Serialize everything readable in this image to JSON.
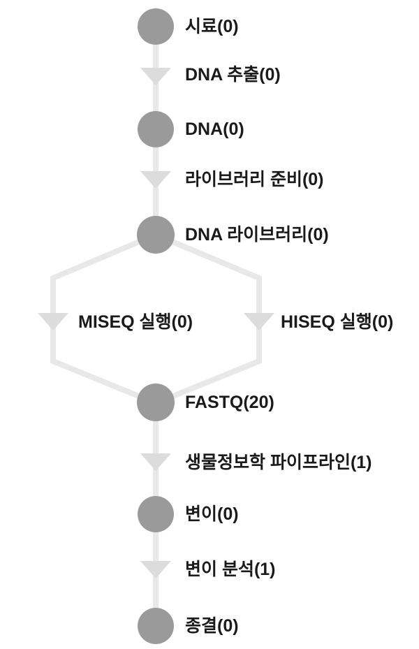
{
  "workflow": {
    "title": "sequencing-workflow-diagram",
    "colors": {
      "node": "#9a9a9a",
      "edge": "#e8e8e8",
      "arrowhead": "#dcdcdc",
      "text": "#1a1a1a",
      "background": "#ffffff"
    },
    "nodes": [
      {
        "id": "sample",
        "label": "시료(0)",
        "count": 0
      },
      {
        "id": "dna",
        "label": "DNA(0)",
        "count": 0
      },
      {
        "id": "dna-library",
        "label": "DNA 라이브러리(0)",
        "count": 0
      },
      {
        "id": "fastq",
        "label": "FASTQ(20)",
        "count": 20
      },
      {
        "id": "variants",
        "label": "변이(0)",
        "count": 0
      },
      {
        "id": "termination",
        "label": "종결(0)",
        "count": 0
      }
    ],
    "steps": [
      {
        "id": "dna-extraction",
        "label": "DNA 추출(0)",
        "count": 0
      },
      {
        "id": "library-prep",
        "label": "라이브러리 준비(0)",
        "count": 0
      },
      {
        "id": "miseq-run",
        "label": "MISEQ 실행(0)",
        "count": 0
      },
      {
        "id": "hiseq-run",
        "label": "HISEQ 실행(0)",
        "count": 0
      },
      {
        "id": "bioinformatics-pipeline",
        "label": "생물정보학 파이프라인(1)",
        "count": 1
      },
      {
        "id": "variant-analysis",
        "label": "변이 분석(1)",
        "count": 1
      }
    ]
  }
}
